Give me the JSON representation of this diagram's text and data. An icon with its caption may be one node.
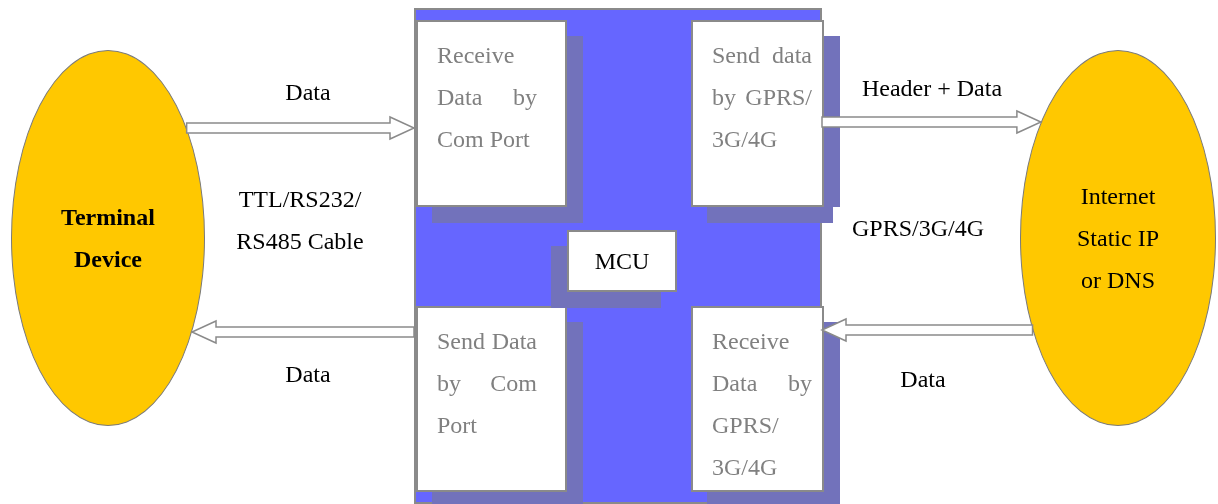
{
  "diagram": {
    "nodes": [
      {
        "text": [
          "Terminal Device"
        ]
      },
      {
        "text": [],
        "shape": "box"
      },
      {
        "text": [
          "Receive Data by Com Port"
        ],
        "in": 1
      },
      {
        "text": [
          "Send data by GPRS/ 3G/4G"
        ],
        "in": 1
      },
      {
        "text": [
          "MCU"
        ],
        "in": 1
      },
      {
        "text": [
          "Send Data by Com Port"
        ],
        "in": 1
      },
      {
        "text": [
          "Receive Data by GPRS/ 3G/4G"
        ],
        "in": 1
      },
      {
        "text": [
          "Internet Static IP or DNS"
        ]
      }
    ],
    "edges": [
      {
        "from": 0,
        "to": 2,
        "arrow": "to",
        "label": "Data"
      },
      {
        "from": 5,
        "to": 0,
        "arrow": "to",
        "label": "Data"
      },
      {
        "from": 3,
        "to": 7,
        "arrow": "to",
        "label": "Header + Data"
      },
      {
        "from": 7,
        "to": 6,
        "arrow": "to",
        "label": "Data"
      }
    ],
    "labels": [
      "TTL/RS232/ RS485 Cable",
      "GPRS/3G/4G"
    ]
  }
}
